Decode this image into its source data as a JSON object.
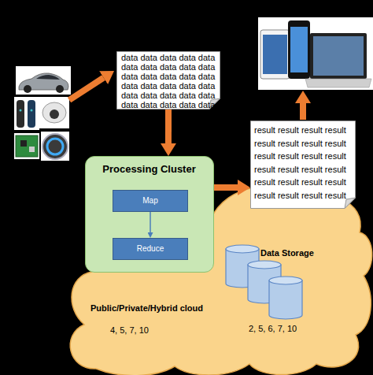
{
  "diagram": {
    "nodes": [
      {
        "text": [
          "data data data data data data data data data data data data data data data data data data data data data data data data data data data data data data"
        ]
      },
      {
        "text": [
          "result result result result result result result result result result result result result result result result result result result result result result result result"
        ]
      },
      {
        "text": [
          "Public/Private/Hybrid cloud"
        ]
      },
      {
        "text": [
          "Processing Cluster"
        ],
        "in": 2
      },
      {
        "text": [
          "Map"
        ],
        "in": 3
      },
      {
        "text": [
          "Reduce"
        ],
        "in": 3
      },
      {
        "text": [
          "Data Storage"
        ],
        "in": 2
      }
    ],
    "edges": [
      {
        "from": 0,
        "to": 3,
        "arrow": "to"
      },
      {
        "from": 4,
        "to": 5,
        "arrow": "to"
      },
      {
        "from": 3,
        "to": 1,
        "arrow": "to"
      }
    ],
    "labels": [
      "4, 5, 7, 10",
      "2, 5, 6, 7, 10"
    ]
  }
}
